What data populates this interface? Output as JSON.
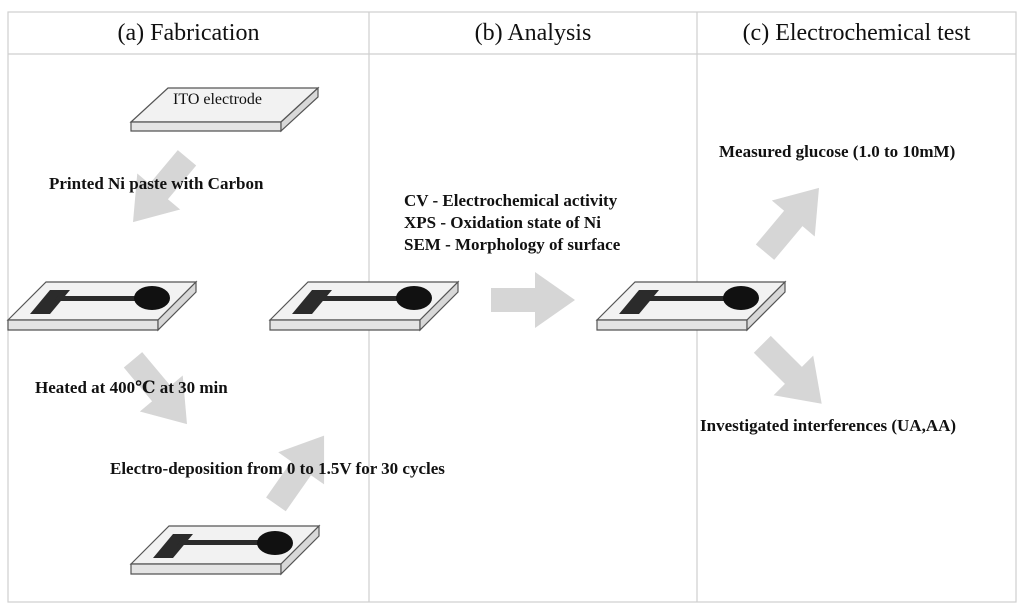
{
  "headers": {
    "fabrication": "(a) Fabrication",
    "analysis": "(b) Analysis",
    "electrochemical_test": "(c) Electrochemical test"
  },
  "fabrication": {
    "ito_electrode": "ITO electrode",
    "step_print": "Printed Ni paste with Carbon",
    "step_heat": "Heated at 400℃ at 30 min",
    "step_deposit": "Electro-deposition from 0 to 1.5V for 30 cycles"
  },
  "analysis": {
    "items": [
      "CV - Electrochemical activity",
      "XPS - Oxidation state of Ni",
      "SEM - Morphology of surface"
    ]
  },
  "electrochemical_test": {
    "glucose": "Measured glucose (1.0 to 10mM)",
    "interference": "Investigated interferences (UA,AA)"
  },
  "colors": {
    "panel_border": "#cfcfcf",
    "plate_face": "#f2f2f2",
    "plate_edge": "#555555",
    "electrode": "#2b2b2b",
    "arrow": "#d6d6d6"
  }
}
